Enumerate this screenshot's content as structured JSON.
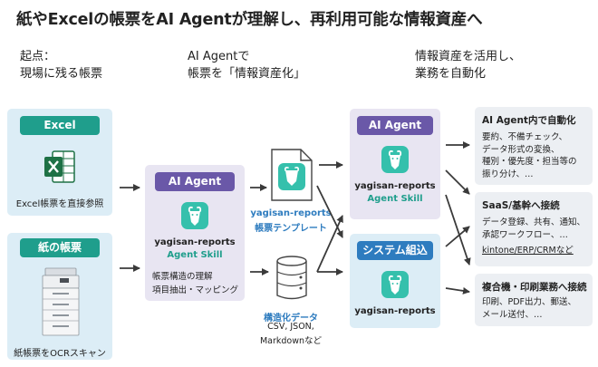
{
  "title": "紙やExcelの帳票をAI Agentが理解し、再利用可能な情報資産へ",
  "headers": {
    "col1": [
      "起点：",
      "現場に残る帳票"
    ],
    "col2": [
      "AI Agentで",
      "帳票を「情報資産化」"
    ],
    "col3": [
      "情報資産を活用し、",
      "業務を自動化"
    ]
  },
  "sources": {
    "excel": {
      "badge": "Excel",
      "caption": "Excel帳票を直接参照"
    },
    "paper": {
      "badge": "紙の帳票",
      "caption": "紙帳票をOCRスキャン"
    }
  },
  "center_agent": {
    "badge": "AI Agent",
    "name": "yagisan-reports",
    "skill": "Agent Skill",
    "desc": [
      "帳票構造の理解",
      "項目抽出・マッピング"
    ]
  },
  "outputs": {
    "template": {
      "label": [
        "yagisan-reports",
        "帳票テンプレート"
      ]
    },
    "data": {
      "label": [
        "構造化データ",
        "CSV, JSON,",
        "Markdownなど"
      ]
    }
  },
  "right_agent": {
    "badge": "AI Agent",
    "name": "yagisan-reports",
    "skill": "Agent Skill"
  },
  "system": {
    "badge": "システム組込",
    "name": "yagisan-reports"
  },
  "results": [
    {
      "title": "AI Agent内で自動化",
      "lines": [
        "要約、不備チェック、",
        "データ形式の変換、",
        "種別・優先度・担当等の",
        "振り分け、…"
      ]
    },
    {
      "title": "SaaS/基幹へ接続",
      "lines": [
        "データ登録、共有、通知、",
        "承認ワークフロー、…",
        "kintone/ERP/CRMなど"
      ]
    },
    {
      "title": "複合機・印刷業務へ接続",
      "lines": [
        "印刷、PDF出力、郵送、",
        "メール送付、…"
      ]
    }
  ],
  "colors": {
    "teal": "#1f9e8c",
    "purple": "#6a58a8",
    "blue": "#2e7cbf",
    "light_blue": "#dcedf6",
    "light_purple": "#e8e5f2",
    "gray": "#eceff3"
  },
  "icons": [
    "excel-icon",
    "copier-icon",
    "goat-icon",
    "document-icon",
    "database-icon"
  ]
}
